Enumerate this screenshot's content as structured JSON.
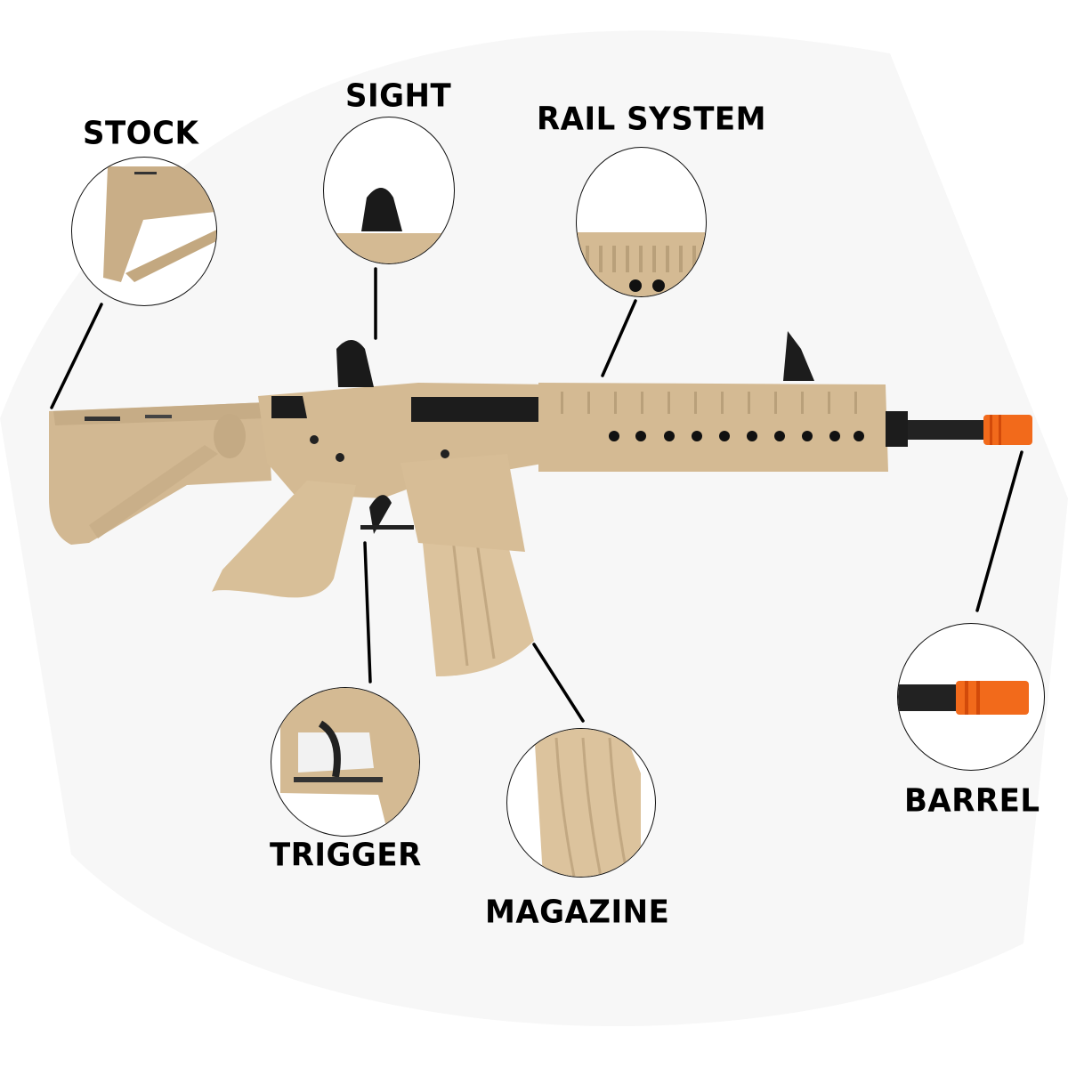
{
  "diagram": {
    "subject": "airsoft rifle",
    "colors": {
      "body": "#d2b892",
      "body_dark": "#b49a74",
      "metal": "#1c1c1c",
      "tip": "#f26a1b",
      "line": "#000000"
    },
    "parts": [
      {
        "id": "stock",
        "label": "STOCK"
      },
      {
        "id": "sight",
        "label": "SIGHT"
      },
      {
        "id": "rail",
        "label": "RAIL SYSTEM"
      },
      {
        "id": "trigger",
        "label": "TRIGGER"
      },
      {
        "id": "magazine",
        "label": "MAGAZINE"
      },
      {
        "id": "barrel",
        "label": "BARREL"
      }
    ]
  }
}
